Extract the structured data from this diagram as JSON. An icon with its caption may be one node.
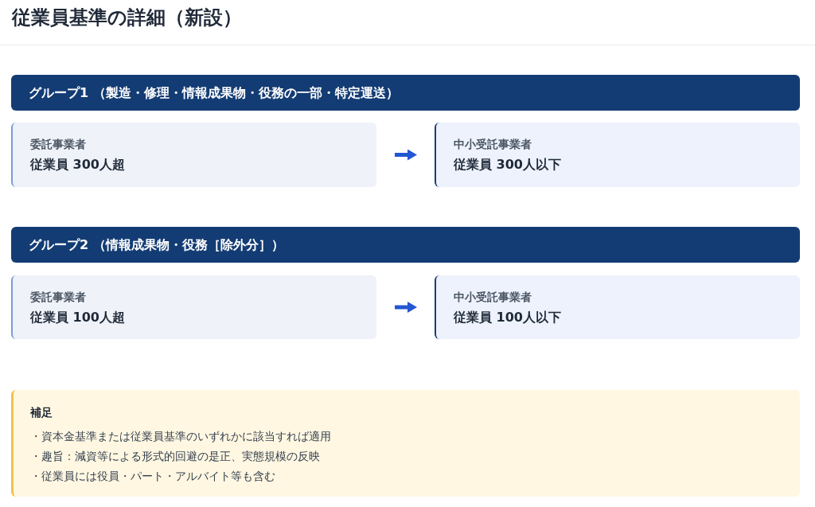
{
  "diagram": {
    "title": "従業員基準の詳細（新設）",
    "nodes": [
      {
        "text": [
          "グループ1 （製造・修理・情報成果物・役務の一部・特定運送）"
        ]
      },
      {
        "text": [
          "委託事業者",
          "従業員 300人超"
        ]
      },
      {
        "text": [
          "中小受託事業者",
          "従業員 300人以下"
        ]
      },
      {
        "text": [
          "グループ2 （情報成果物・役務［除外分］）"
        ]
      },
      {
        "text": [
          "委託事業者",
          "従業員 100人超"
        ]
      },
      {
        "text": [
          "中小受託事業者",
          "従業員 100人以下"
        ]
      },
      {
        "text": [
          "補足",
          "・資本金基準または従業員基準のいずれかに該当すれば適用",
          "・趣旨：減資等による形式的回避の是正、実態規模の反映",
          "・従業員には役員・パート・アルバイト等も含む"
        ]
      }
    ],
    "edges": [
      {
        "from": 1,
        "to": 2,
        "arrow": "to"
      },
      {
        "from": 4,
        "to": 5,
        "arrow": "to"
      }
    ]
  }
}
